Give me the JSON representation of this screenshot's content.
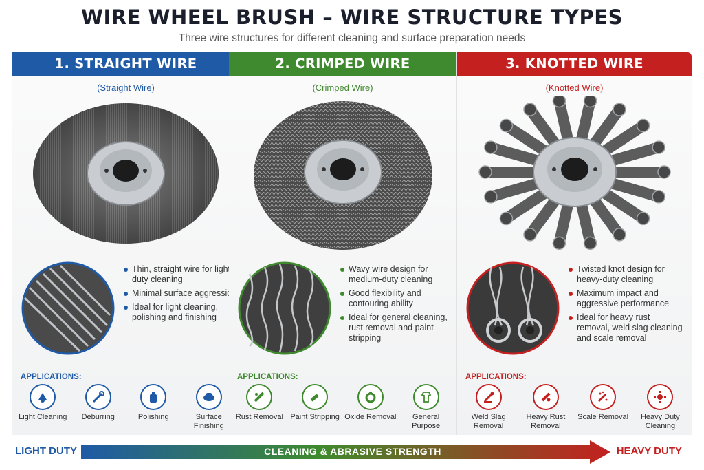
{
  "header": {
    "title": "WIRE WHEEL BRUSH – WIRE STRUCTURE TYPES",
    "subtitle": "Three wire structures for different cleaning and surface preparation needs"
  },
  "panels": [
    {
      "title": "1. STRAIGHT WIRE",
      "subtitle": "(Straight Wire)",
      "color": "#1f5aa6",
      "bullets": [
        "Thin, straight wire for light-duty cleaning",
        "Minimal surface aggression",
        "Ideal for light cleaning, polishing and finishing"
      ],
      "applications_label": "APPLICATIONS:",
      "applications": [
        {
          "label": "Light Cleaning",
          "icon": "cleaning-icon"
        },
        {
          "label": "Deburring",
          "icon": "deburring-icon"
        },
        {
          "label": "Polishing",
          "icon": "polishing-icon"
        },
        {
          "label": "Surface Finishing",
          "icon": "surface-finishing-icon"
        }
      ]
    },
    {
      "title": "2. CRIMPED WIRE",
      "subtitle": "(Crimped Wire)",
      "color": "#3f8a2e",
      "bullets": [
        "Wavy wire design for medium-duty cleaning",
        "Good flexibility and contouring ability",
        "Ideal for general cleaning, rust removal and paint stripping"
      ],
      "applications_label": "APPLICATIONS:",
      "applications": [
        {
          "label": "Rust Removal",
          "icon": "rust-removal-icon"
        },
        {
          "label": "Paint Stripping",
          "icon": "paint-stripping-icon"
        },
        {
          "label": "Oxide Removal",
          "icon": "oxide-removal-icon"
        },
        {
          "label": "General Purpose",
          "icon": "general-purpose-icon"
        }
      ]
    },
    {
      "title": "3. KNOTTED WIRE",
      "subtitle": "(Knotted Wire)",
      "color": "#c4201f",
      "bullets": [
        "Twisted knot design for heavy-duty cleaning",
        "Maximum impact and aggressive performance",
        "Ideal for heavy rust removal, weld slag cleaning and scale removal"
      ],
      "applications_label": "APPLICATIONS:",
      "applications": [
        {
          "label": "Weld Slag Removal",
          "icon": "weld-slag-icon"
        },
        {
          "label": "Heavy Rust Removal",
          "icon": "heavy-rust-icon"
        },
        {
          "label": "Scale Removal",
          "icon": "scale-removal-icon"
        },
        {
          "label": "Heavy Duty Cleaning",
          "icon": "heavy-duty-icon"
        }
      ]
    }
  ],
  "footer": {
    "left_label": "LIGHT DUTY",
    "center_label": "CLEANING & ABRASIVE STRENGTH",
    "right_label": "HEAVY DUTY",
    "left_color": "#1f5aa6",
    "right_color": "#c4201f"
  }
}
